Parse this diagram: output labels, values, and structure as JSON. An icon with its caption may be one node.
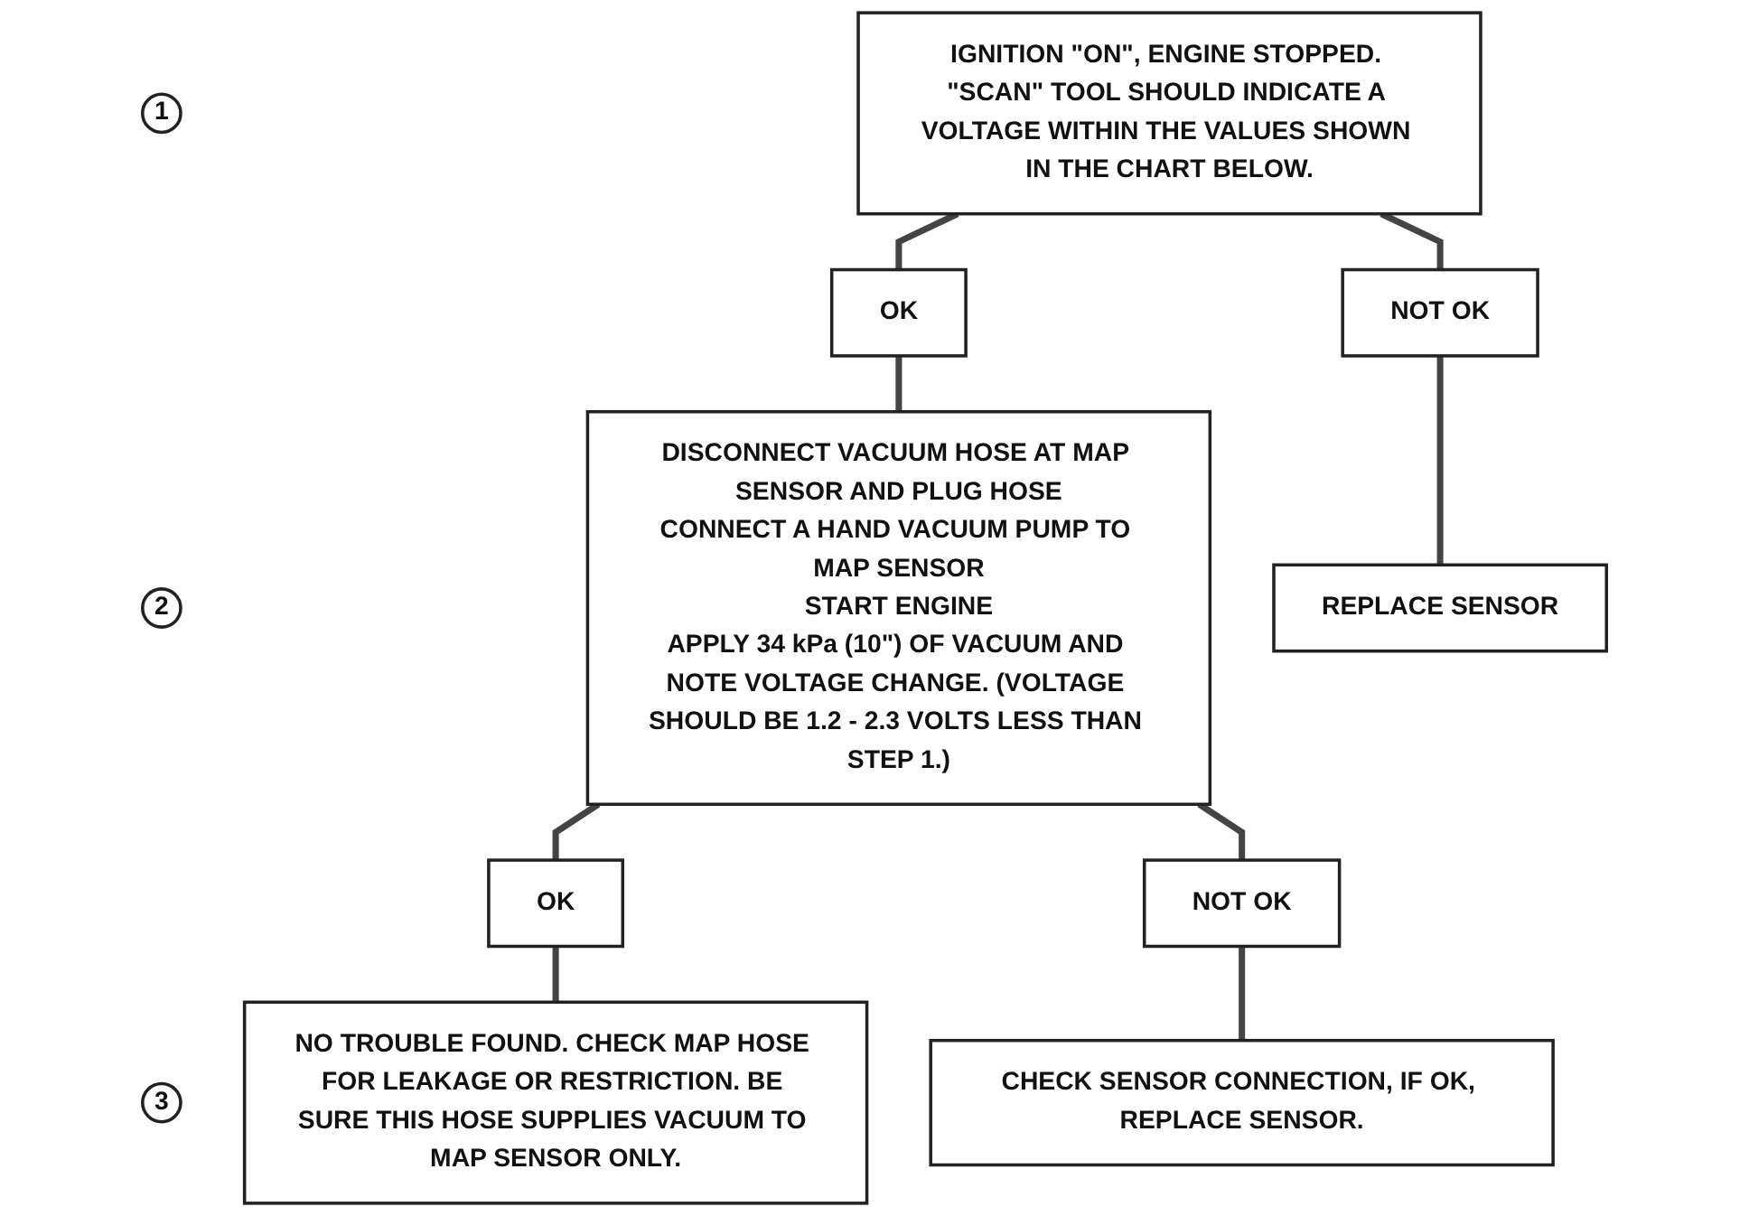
{
  "diagram": {
    "nodes": [
      {
        "text": [
          "1"
        ]
      },
      {
        "text": [
          "IGNITION \"ON\", ENGINE STOPPED. \"SCAN\" TOOL SHOULD INDICATE A VOLTAGE WITHIN THE VALUES SHOWN IN THE CHART BELOW."
        ]
      },
      {
        "text": [
          "OK"
        ]
      },
      {
        "text": [
          "NOT OK"
        ]
      },
      {
        "text": [
          "REPLACE SENSOR"
        ]
      },
      {
        "text": [
          "2"
        ]
      },
      {
        "text": [
          "DISCONNECT VACUUM HOSE AT MAP SENSOR AND PLUG HOSE",
          "CONNECT A HAND VACUUM PUMP TO MAP SENSOR",
          "START ENGINE",
          "APPLY 34 kPa (10\") OF VACUUM AND NOTE VOLTAGE CHANGE. (VOLTAGE SHOULD BE 1.2 - 2.3 VOLTS LESS THAN STEP 1.)"
        ]
      },
      {
        "text": [
          "OK"
        ]
      },
      {
        "text": [
          "NOT OK"
        ]
      },
      {
        "text": [
          "3"
        ]
      },
      {
        "text": [
          "NO TROUBLE FOUND. CHECK MAP HOSE FOR LEAKAGE OR RESTRICTION. BE SURE THIS HOSE SUPPLIES VACUUM TO MAP SENSOR ONLY."
        ]
      },
      {
        "text": [
          "CHECK SENSOR CONNECTION, IF OK, REPLACE SENSOR."
        ]
      }
    ],
    "edges": [
      {
        "from": 1,
        "to": 2,
        "arrow": "none"
      },
      {
        "from": 1,
        "to": 3,
        "arrow": "none"
      },
      {
        "from": 2,
        "to": 6,
        "arrow": "none"
      },
      {
        "from": 3,
        "to": 4,
        "arrow": "none"
      },
      {
        "from": 6,
        "to": 7,
        "arrow": "none"
      },
      {
        "from": 6,
        "to": 8,
        "arrow": "none"
      },
      {
        "from": 7,
        "to": 10,
        "arrow": "none"
      },
      {
        "from": 8,
        "to": 11,
        "arrow": "none"
      }
    ]
  }
}
